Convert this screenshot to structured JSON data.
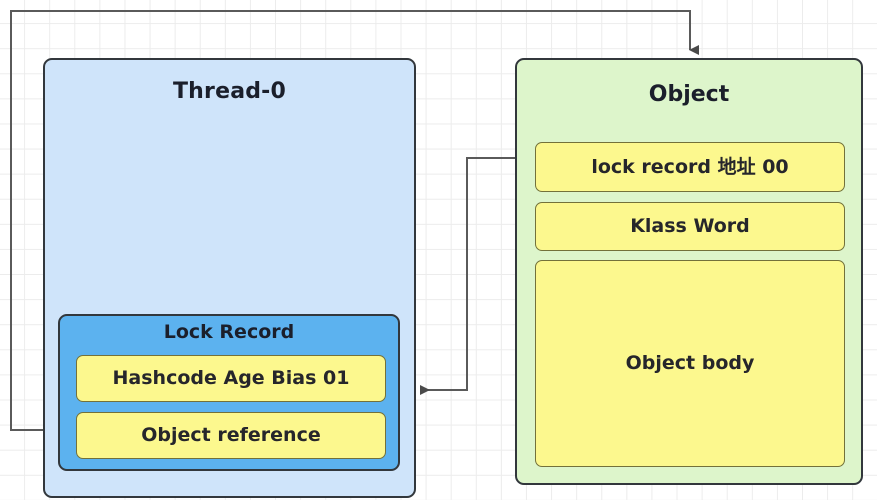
{
  "diagram": {
    "title": "Java object header / lock record (biased locking) diagram",
    "colors": {
      "thread_fill": "#cfe4fa",
      "lockrecord_fill": "#5cb2ef",
      "object_fill": "#ddf5cb",
      "slot_fill": "#fcf88e",
      "slot_border": "#73713a",
      "node_border": "#32373c",
      "connector": "#5a5a5a",
      "grid": "#ececec",
      "text": "#1b1f2b"
    },
    "thread": {
      "title": "Thread-0",
      "lock_record": {
        "title": "Lock Record",
        "slots": [
          {
            "label": "Hashcode Age Bias 01"
          },
          {
            "label": "Object reference"
          }
        ]
      }
    },
    "object": {
      "title": "Object",
      "slots": [
        {
          "label": "lock record 地址 00"
        },
        {
          "label": "Klass Word"
        },
        {
          "label": "Object body"
        }
      ]
    },
    "connectors": [
      {
        "name": "object-reference-to-object",
        "from": "Object reference",
        "to": "Object",
        "arrowhead": "down"
      },
      {
        "name": "lock-record-address-to-lock-record",
        "from": "lock record 地址 00",
        "to": "Lock Record",
        "arrowhead": "left"
      }
    ]
  }
}
